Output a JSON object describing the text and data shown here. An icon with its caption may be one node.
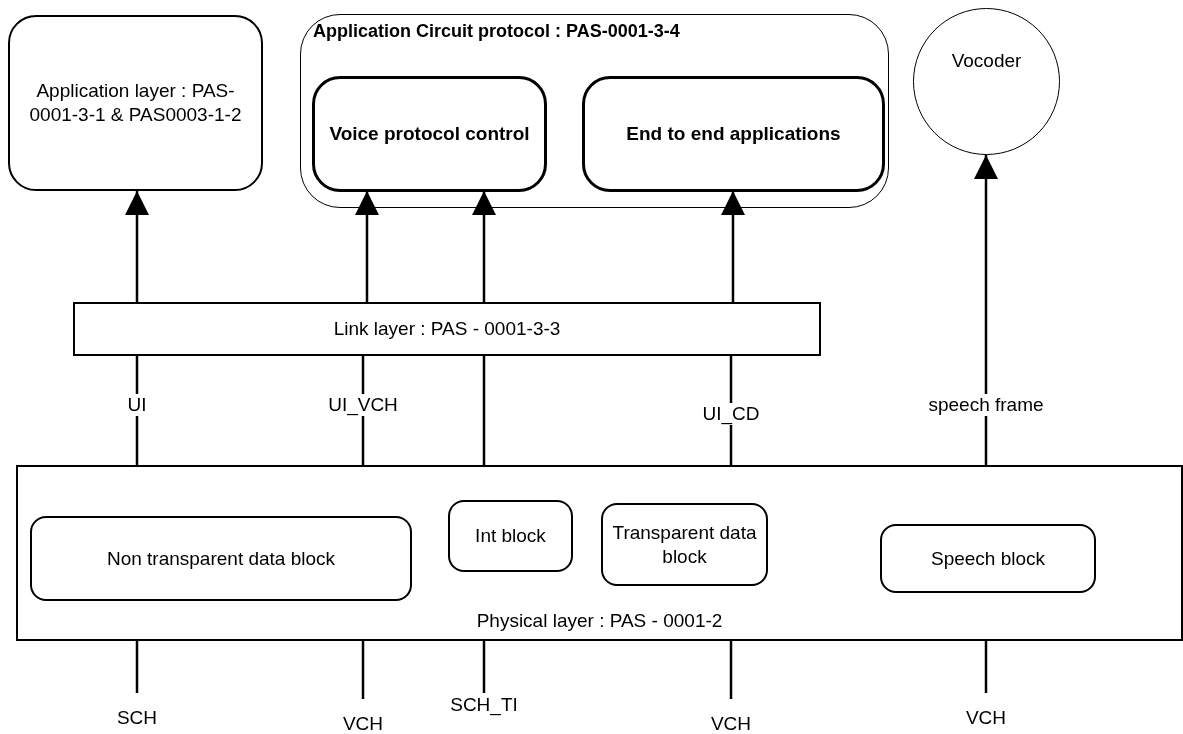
{
  "diagram": {
    "nodes": [
      {
        "text": [
          "Application layer : PAS-0001-3-1 & PAS0003-1-2"
        ]
      },
      {
        "text": [
          "Application Circuit protocol : PAS-0001-3-4"
        ]
      },
      {
        "text": [
          "Voice protocol control"
        ],
        "in": 1
      },
      {
        "text": [
          "End to end applications"
        ],
        "in": 1
      },
      {
        "text": [
          "Vocoder"
        ]
      },
      {
        "text": [
          "Link layer : PAS - 0001-3-3"
        ]
      },
      {
        "text": [
          "Physical layer : PAS - 0001-2"
        ]
      },
      {
        "text": [
          "Non transparent data block"
        ],
        "in": 6
      },
      {
        "text": [
          "Int block"
        ],
        "in": 6
      },
      {
        "text": [
          "Transparent data block"
        ],
        "in": 6
      },
      {
        "text": [
          "Speech block"
        ],
        "in": 6
      }
    ],
    "edges": [
      {
        "from": 5,
        "to": 0,
        "arrow": "to"
      },
      {
        "from": 5,
        "to": 2,
        "arrow": "to"
      },
      {
        "from": 5,
        "to": 2,
        "arrow": "to"
      },
      {
        "from": 5,
        "to": 3,
        "arrow": "to"
      },
      {
        "from": 6,
        "to": 4,
        "arrow": "to",
        "label": "speech frame"
      },
      {
        "from": 6,
        "to": 5,
        "arrow": "none",
        "label": "UI"
      },
      {
        "from": 6,
        "to": 5,
        "arrow": "none",
        "label": "UI_VCH"
      },
      {
        "from": 6,
        "to": 5,
        "arrow": "none"
      },
      {
        "from": 6,
        "to": 5,
        "arrow": "none",
        "label": "UI_CD"
      },
      {
        "from": 6,
        "to": null,
        "arrow": "none",
        "label": "SCH"
      },
      {
        "from": 6,
        "to": null,
        "arrow": "none",
        "label": "VCH"
      },
      {
        "from": 6,
        "to": null,
        "arrow": "none",
        "label": "SCH_TI"
      },
      {
        "from": 6,
        "to": null,
        "arrow": "none",
        "label": "VCH"
      },
      {
        "from": 6,
        "to": null,
        "arrow": "none",
        "label": "VCH"
      }
    ]
  }
}
